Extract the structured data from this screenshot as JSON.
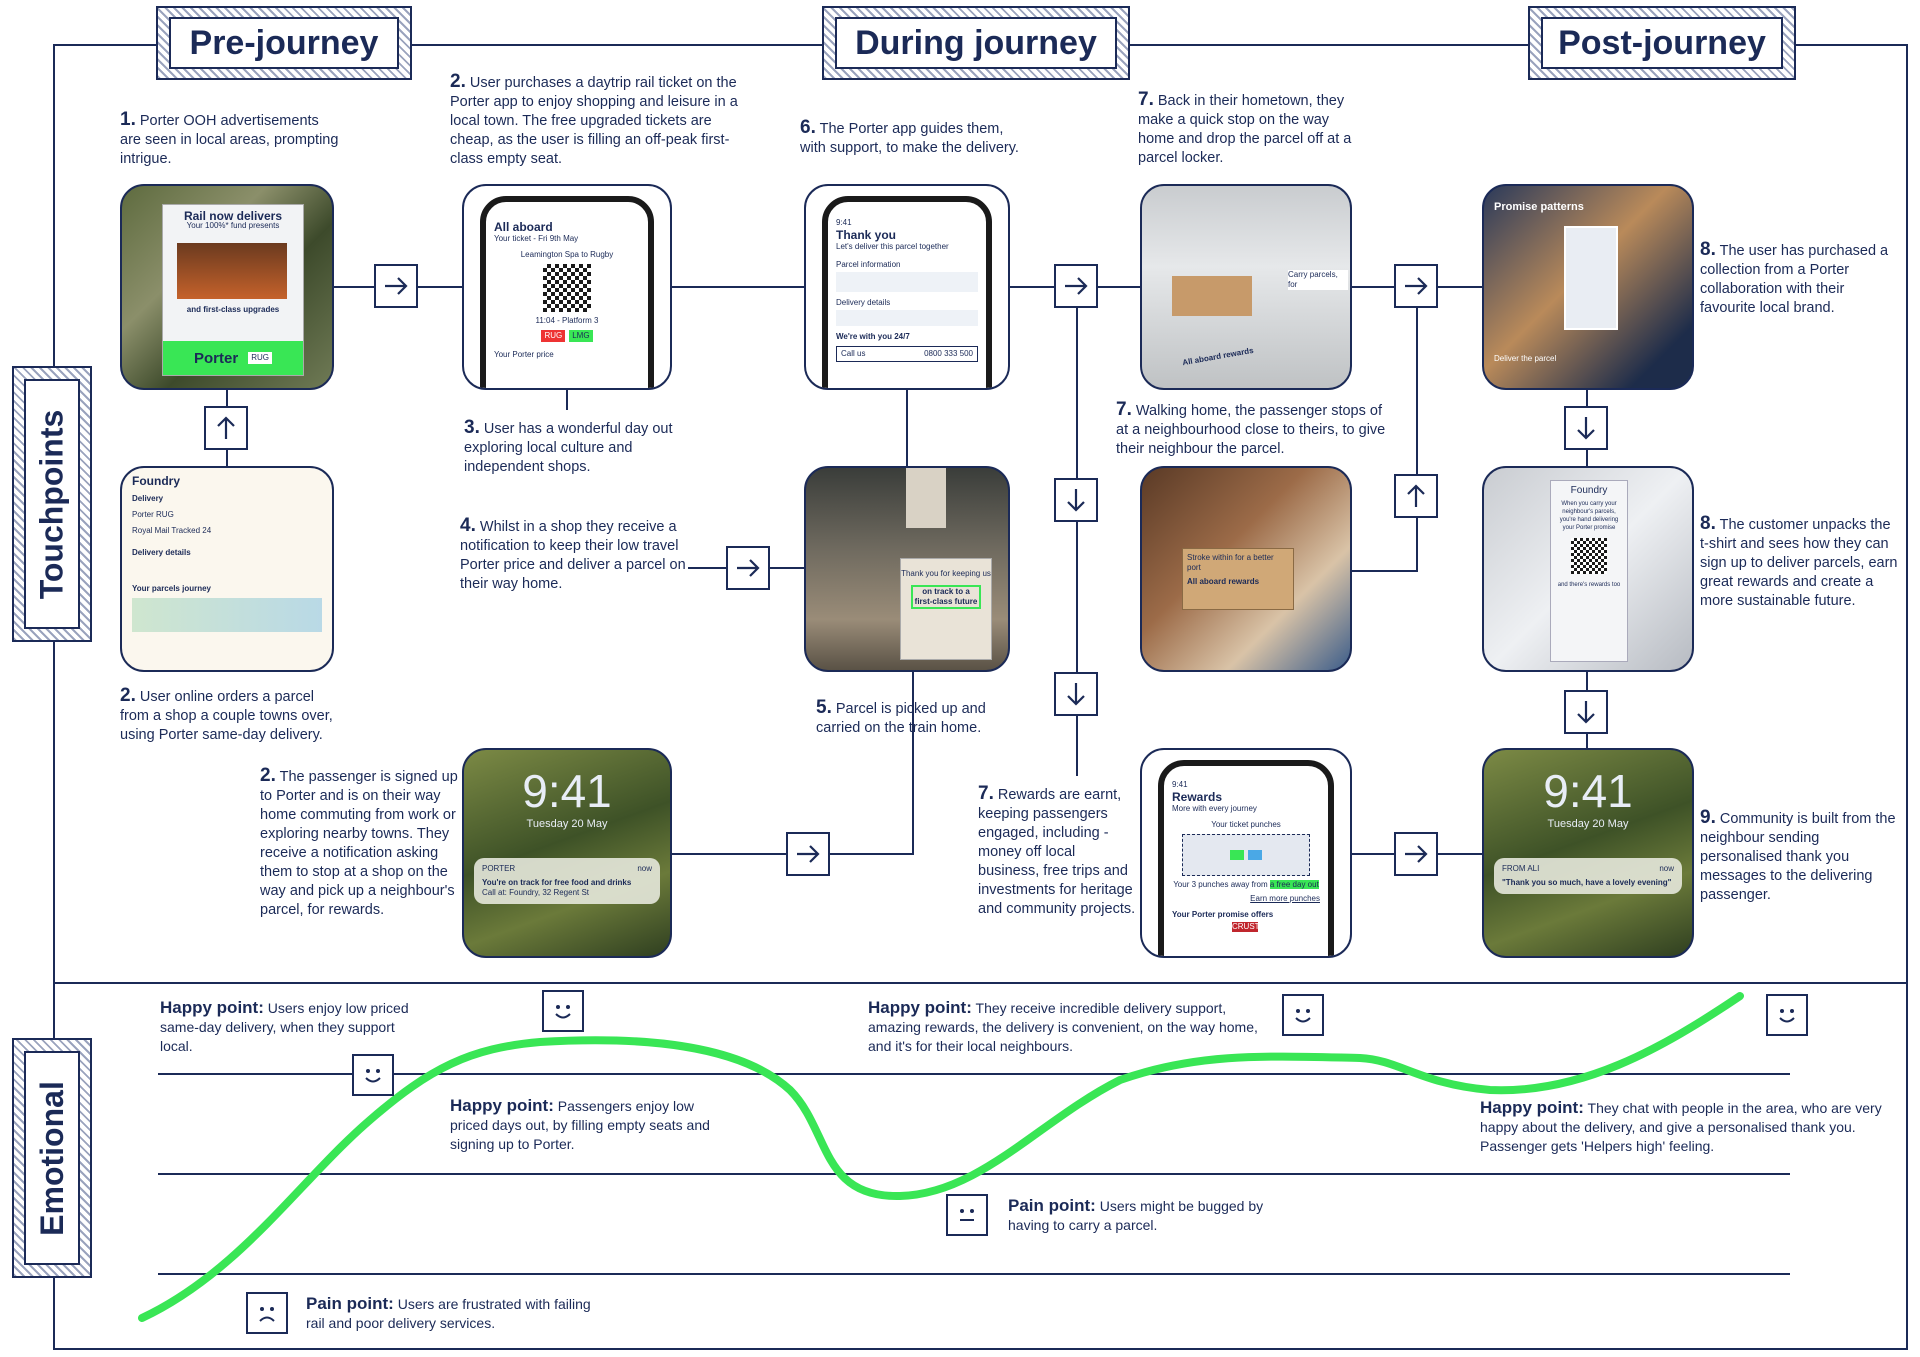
{
  "headers": {
    "pre": "Pre-journey",
    "during": "During journey",
    "post": "Post-journey",
    "touchpoints": "Touchpoints",
    "emotional": "Emotional"
  },
  "steps": {
    "s1": {
      "num": "1.",
      "text": "Porter OOH advertisements are seen in local areas, prompting intrigue."
    },
    "s2a": {
      "num": "2.",
      "text": "User purchases a daytrip rail ticket on the Porter app to enjoy shopping and leisure in a local town. The free upgraded tickets are cheap, as the user is filling an off-peak first-class empty seat."
    },
    "s2b": {
      "num": "2.",
      "text": "User online orders a parcel from a shop a couple towns over, using Porter same-day delivery."
    },
    "s2c": {
      "num": "2.",
      "text": "The passenger is signed up to Porter and is on their way home commuting from work or exploring nearby towns. They receive a notification asking them to stop at a shop on the way and pick up a neighbour's parcel, for rewards."
    },
    "s3": {
      "num": "3.",
      "text": "User has a wonderful day out exploring local culture and independent shops."
    },
    "s4": {
      "num": "4.",
      "text": "Whilst in a shop they receive a notification to keep their low travel Porter price and deliver a parcel on their way home."
    },
    "s5": {
      "num": "5.",
      "text": "Parcel is picked up and carried on the train home."
    },
    "s6": {
      "num": "6.",
      "text": "The Porter app guides them, with support, to make the delivery."
    },
    "s7a": {
      "num": "7.",
      "text": "Back in their hometown, they make a quick stop on the way home and drop the parcel off at a parcel locker."
    },
    "s7b": {
      "num": "7.",
      "text": "Walking home, the passenger stops of at a neighbourhood close to theirs, to give their neighbour the parcel."
    },
    "s7c": {
      "num": "7.",
      "text": "Rewards are earnt, keeping passengers engaged, including - money off local business, free trips and investments for heritage and community projects."
    },
    "s8a": {
      "num": "8.",
      "text": "The user has purchased a collection from a Porter collaboration with their favourite local brand."
    },
    "s8b": {
      "num": "8.",
      "text": "The customer unpacks the t-shirt and sees how they can sign up to deliver parcels, earn great rewards and create a more sustainable future."
    },
    "s9": {
      "num": "9.",
      "text": "Community is built from the neighbour sending personalised thank you messages to the delivering passenger."
    }
  },
  "points": {
    "h1": {
      "label": "Happy point:",
      "text": "Users enjoy low priced same-day delivery, when they support local."
    },
    "h2": {
      "label": "Happy point:",
      "text": "Passengers enjoy low priced days out, by filling empty seats and signing up to Porter."
    },
    "h3": {
      "label": "Happy point:",
      "text": "They receive incredible delivery support, amazing rewards, the delivery is convenient, on the way home, and it's for their local neighbours."
    },
    "h4": {
      "label": "Happy point:",
      "text": "They chat with people in the area, who are very happy about the delivery, and give a personalised thank you. Passenger gets 'Helpers high' feeling."
    },
    "p1": {
      "label": "Pain point:",
      "text": "Users are frustrated with failing rail and poor delivery services."
    },
    "p2": {
      "label": "Pain point:",
      "text": "Users might be bugged by having to carry a parcel."
    }
  },
  "mock": {
    "billboard": {
      "l1": "Rail now delivers",
      "l2": "Your 100%* fund presents",
      "l3": "and first-class upgrades",
      "brand": "Porter",
      "tag": "RUG"
    },
    "ticket": {
      "title": "All aboard",
      "sub": "Your ticket - Fri 9th May",
      "route": "Leamington Spa to Rugby",
      "time": "11:04 - Platform 3",
      "price": "Your Porter price",
      "c1": "RUG",
      "c2": "LMG"
    },
    "shop": {
      "brand": "Foundry",
      "h1": "Delivery",
      "o1": "Porter RUG",
      "o2": "Royal Mail Tracked 24",
      "h2": "Delivery details",
      "h3": "Your parcels journey"
    },
    "thanks": {
      "time": "9:41",
      "title": "Thank you",
      "sub": "Let's deliver this parcel together",
      "f1": "Parcel information",
      "f2": "Delivery details",
      "f3": "We're with you 24/7",
      "call": "Call us",
      "num": "0800 333 500"
    },
    "bag": {
      "l1": "Thank you for keeping us",
      "l2": "on track to a first-class future"
    },
    "lock1": {
      "time": "9:41",
      "date": "Tuesday 20 May",
      "app": "PORTER",
      "when": "now",
      "msg": "You're on track for free food and drinks",
      "sub": "Call at: Foundry, 32 Regent St"
    },
    "lock2": {
      "time": "9:41",
      "date": "Tuesday 20 May",
      "app": "FROM ALI",
      "when": "now",
      "msg": "\"Thank you so much, have a lovely evening\""
    },
    "rewards": {
      "time": "9:41",
      "title": "Rewards",
      "sub": "More with every journey",
      "punch": "Your ticket punches",
      "note": "Your 3 punches away from",
      "badge": "a free day out",
      "more": "Earn more punches",
      "offers": "Your Porter promise offers",
      "brand": "CRUST"
    },
    "locker": {
      "l1": "Carry parcels, for",
      "l2": "All aboard rewards"
    },
    "store": {
      "t1": "Promise patterns",
      "t2": "Deliver the parcel"
    },
    "tag": {
      "brand": "Foundry",
      "t1": "When you carry your neighbour's parcels, you're hand delivering your Porter promise",
      "t2": "and there's rewards too"
    },
    "box": {
      "l1": "Stroke within for a better port",
      "l2": "All aboard rewards"
    }
  },
  "colors": {
    "navy": "#1b2a57",
    "green": "#39e655"
  }
}
